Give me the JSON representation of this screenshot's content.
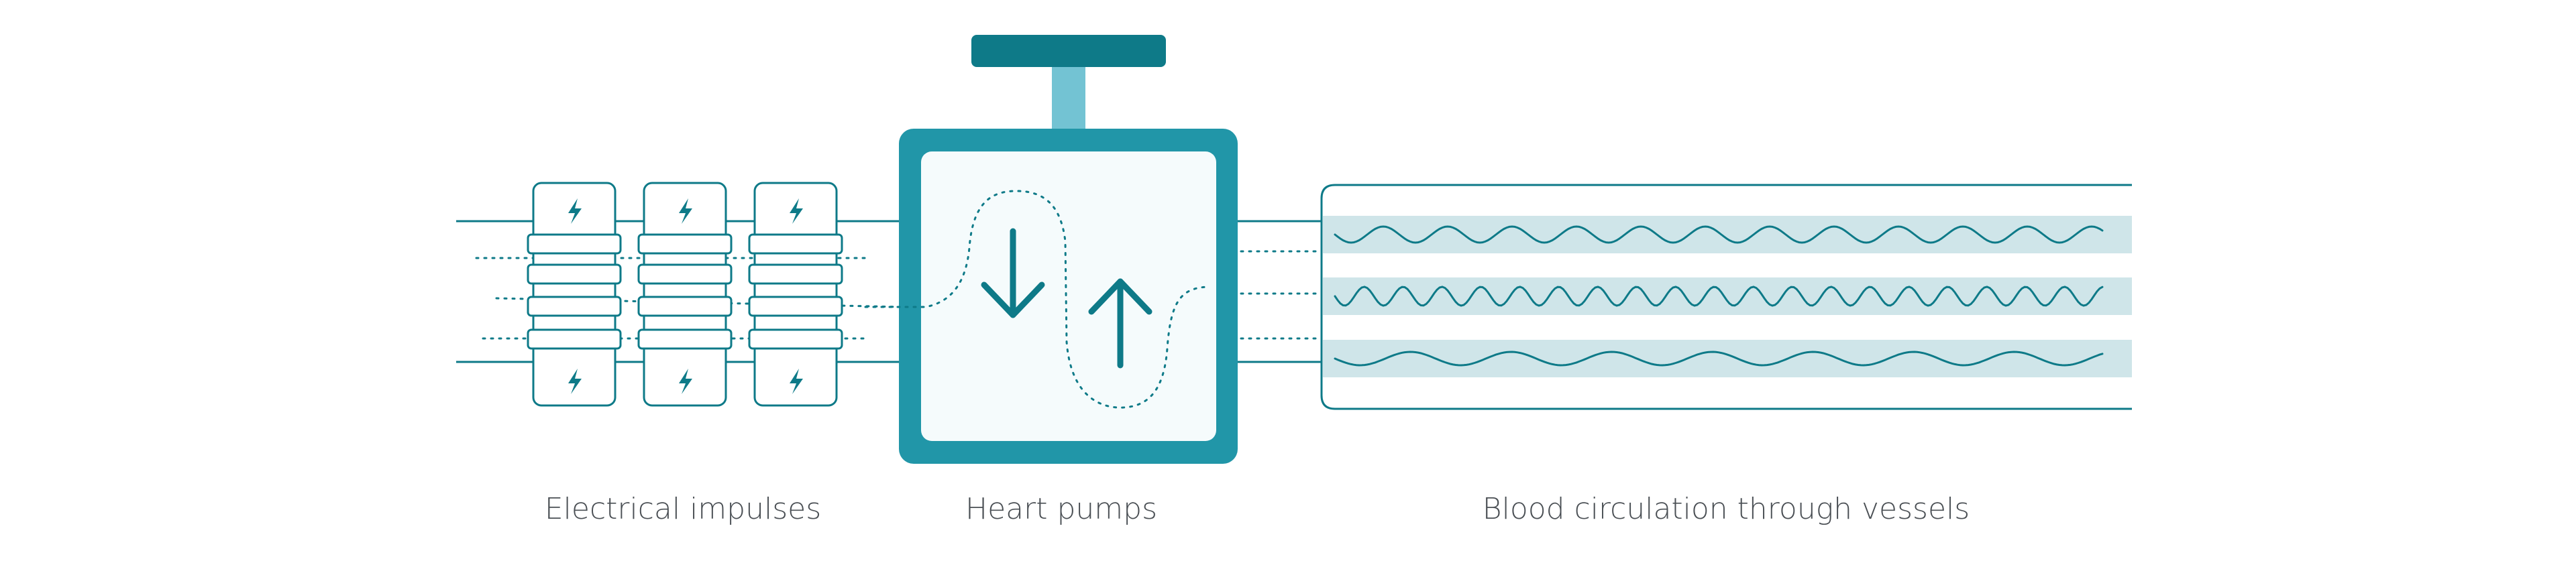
{
  "labels": {
    "impulses": "Electrical impulses",
    "pumps": "Heart pumps",
    "circulation": "Blood circulation through vessels"
  },
  "colors": {
    "dark_teal": "#0e7a88",
    "mid_teal": "#2196a8",
    "light_teal": "#73c3d3",
    "vessel_band": "#cfe5e9",
    "chamber_fill": "#f5fbfc",
    "text": "#4a4f54"
  },
  "icons": {
    "battery_bolt": "lightning-bolt-icon",
    "down_arrow": "arrow-down-icon",
    "up_arrow": "arrow-up-icon"
  }
}
